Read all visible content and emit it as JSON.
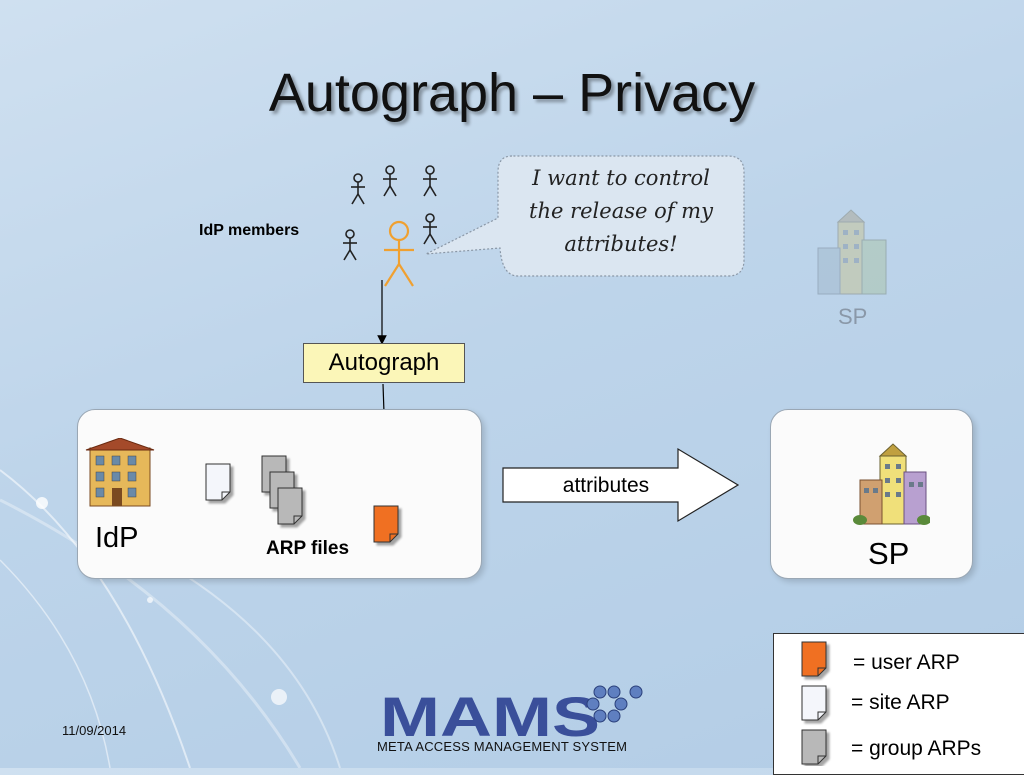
{
  "slide": {
    "title": "Autograph – Privacy",
    "date": "11/09/2014"
  },
  "diagram": {
    "idp_members_label": "IdP members",
    "speech_bubble": [
      "I want to control",
      "the release of my",
      "attributes!"
    ],
    "autograph_label": "Autograph",
    "idp_label": "IdP",
    "arp_files_label": "ARP files",
    "attributes_arrow_label": "attributes",
    "sp_label": "SP",
    "sp_faded_label": "SP"
  },
  "legend": {
    "user_arp": "= user ARP",
    "site_arp": "= site ARP",
    "group_arps": "= group ARPs"
  },
  "logo": {
    "wordmark": "MAMS",
    "subtitle": "META ACCESS MANAGEMENT SYSTEM"
  },
  "colors": {
    "user_arp": "#f07020",
    "site_arp": "#f4f6fb",
    "group_arp": "#b8b8b8",
    "autograph_box": "#fbf6b8",
    "logo": "#3a4f9a"
  }
}
